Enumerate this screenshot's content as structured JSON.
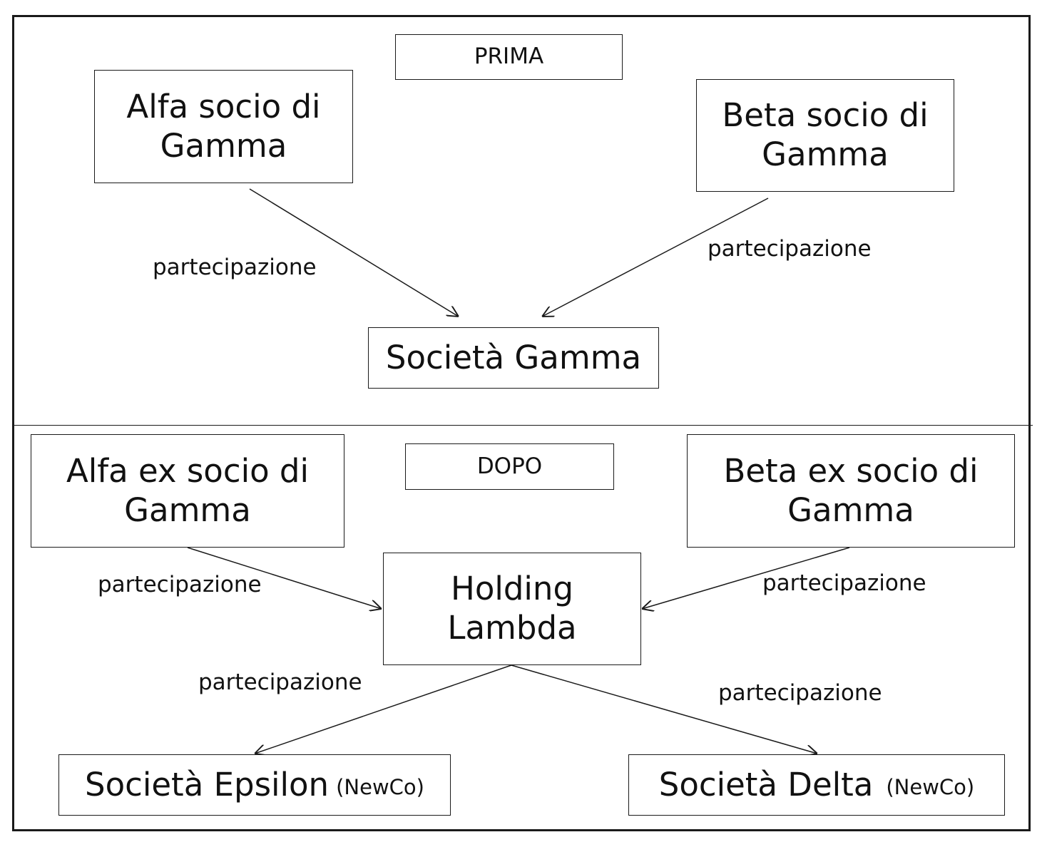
{
  "sections": {
    "before_label": "PRIMA",
    "after_label": "DOPO"
  },
  "before": {
    "alfa": "Alfa socio di Gamma",
    "beta": "Beta socio di Gamma",
    "gamma": "Società Gamma"
  },
  "after": {
    "alfa": "Alfa ex socio di Gamma",
    "beta": "Beta ex socio di Gamma",
    "holding": "Holding Lambda",
    "epsilon": "Società Epsilon",
    "epsilon_note": "(NewCo)",
    "delta": "Società Delta",
    "delta_note": "(NewCo)"
  },
  "edge_label": "partecipazione"
}
